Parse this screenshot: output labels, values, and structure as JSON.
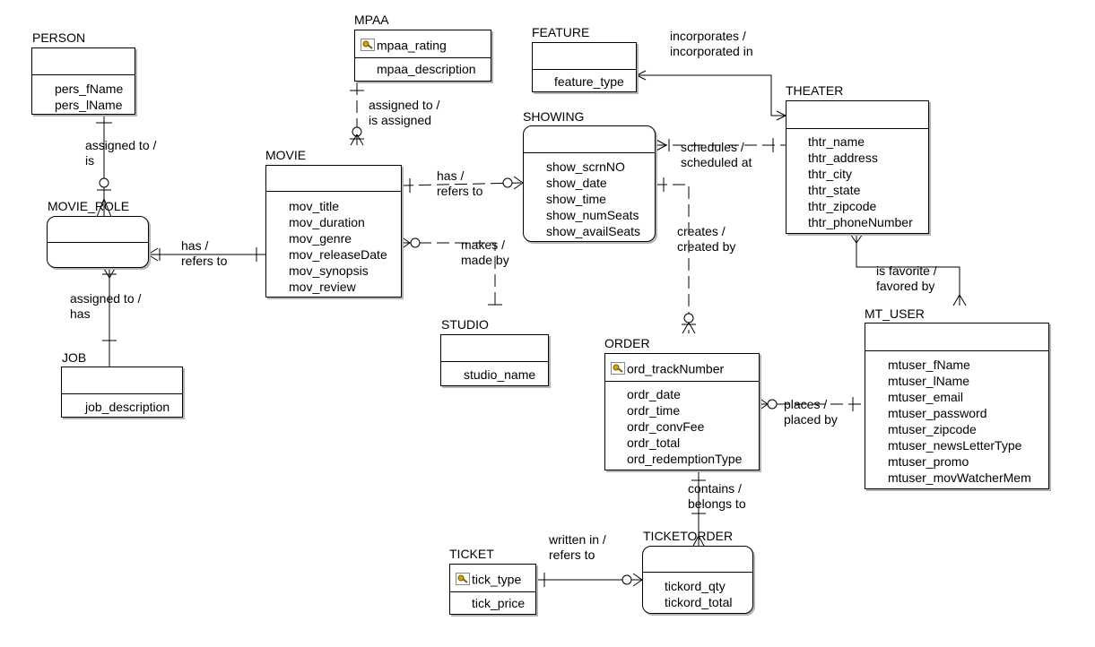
{
  "entities": {
    "person": {
      "title": "PERSON",
      "attrs": [
        "pers_fName",
        "pers_lName"
      ]
    },
    "mpaa": {
      "title": "MPAA",
      "pk": "mpaa_rating",
      "attrs": [
        "mpaa_description"
      ]
    },
    "feature": {
      "title": "FEATURE",
      "attrs": [
        "feature_type"
      ]
    },
    "theater": {
      "title": "THEATER",
      "attrs": [
        "thtr_name",
        "thtr_address",
        "thtr_city",
        "thtr_state",
        "thtr_zipcode",
        "thtr_phoneNumber"
      ]
    },
    "showing": {
      "title": "SHOWING",
      "attrs": [
        "show_scrnNO",
        "show_date",
        "show_time",
        "show_numSeats",
        "show_availSeats"
      ]
    },
    "movie": {
      "title": "MOVIE",
      "attrs": [
        "mov_title",
        "mov_duration",
        "mov_genre",
        "mov_releaseDate",
        "mov_synopsis",
        "mov_review"
      ]
    },
    "movie_role": {
      "title": "MOVIE_ROLE",
      "attrs": []
    },
    "studio": {
      "title": "STUDIO",
      "attrs": [
        "studio_name"
      ]
    },
    "job": {
      "title": "JOB",
      "attrs": [
        "job_description"
      ]
    },
    "mt_user": {
      "title": "MT_USER",
      "attrs": [
        "mtuser_fName",
        "mtuser_lName",
        "mtuser_email",
        "mtuser_password",
        "mtuser_zipcode",
        "mtuser_newsLetterType",
        "mtuser_promo",
        "mtuser_movWatcherMem"
      ]
    },
    "order": {
      "title": "ORDER",
      "pk": "ord_trackNumber",
      "attrs": [
        "ordr_date",
        "ordr_time",
        "ordr_convFee",
        "ordr_total",
        "ord_redemptionType"
      ]
    },
    "ticket": {
      "title": "TICKET",
      "pk": "tick_type",
      "attrs": [
        "tick_price"
      ]
    },
    "ticketorder": {
      "title": "TICKETORDER",
      "attrs": [
        "tickord_qty",
        "tickord_total"
      ]
    }
  },
  "relationships": {
    "person_role": [
      "assigned to /",
      "is"
    ],
    "mpaa_movie": [
      "assigned to /",
      "is assigned"
    ],
    "feature_theater": [
      "incorporates /",
      "incorporated in"
    ],
    "theater_showing": [
      "schedules /",
      "scheduled at"
    ],
    "movie_showing": [
      "has  /",
      "refers to"
    ],
    "movie_role_movie": [
      "has  /",
      "refers to"
    ],
    "studio_movie": [
      "makes /",
      "made by"
    ],
    "role_job": [
      "assigned to /",
      "has"
    ],
    "showing_order": [
      "creates /",
      "created by"
    ],
    "theater_user": [
      "is favorite /",
      "favored by"
    ],
    "user_order": [
      "places /",
      "placed by"
    ],
    "order_ticketorder": [
      "contains /",
      "belongs to"
    ],
    "ticket_ticketorder": [
      "written in /",
      "refers to"
    ]
  },
  "style": {
    "line_color": "#000000",
    "shadow_color": "#b4b4b4",
    "key_icon_color": "#d4a017"
  }
}
